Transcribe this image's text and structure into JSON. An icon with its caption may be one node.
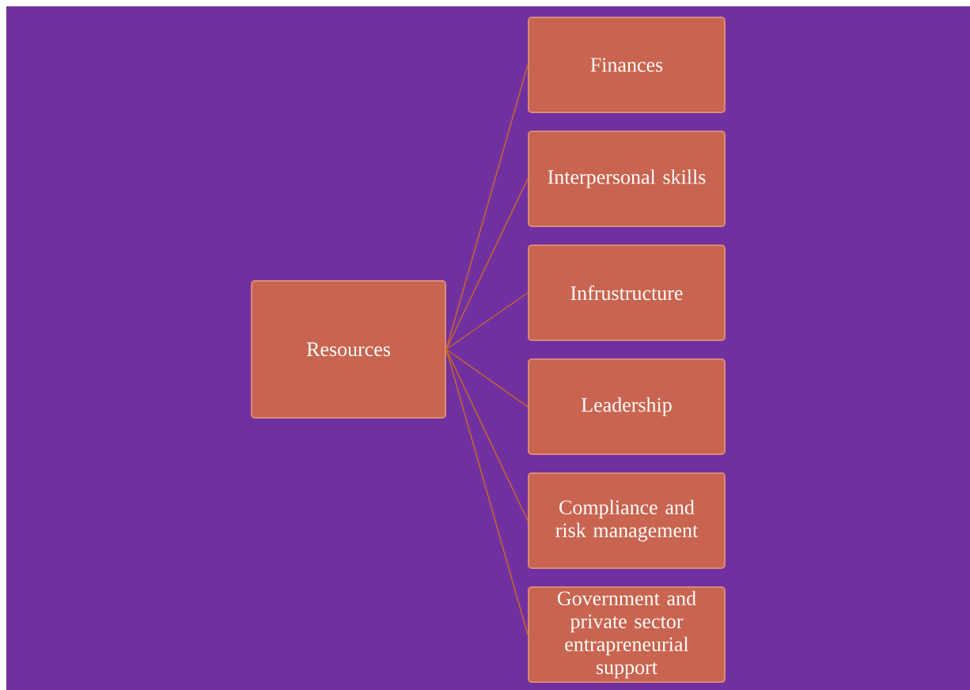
{
  "diagram": {
    "nodes": [
      {
        "text": [
          "Resources"
        ]
      },
      {
        "text": [
          "Finances"
        ]
      },
      {
        "text": [
          "Interpersonal skills"
        ]
      },
      {
        "text": [
          "Infrustructure"
        ]
      },
      {
        "text": [
          "Leadership"
        ]
      },
      {
        "text": [
          "Compliance and risk management"
        ]
      },
      {
        "text": [
          "Government and private sector entrapreneurial support"
        ]
      }
    ],
    "edges": [
      {
        "from": 0,
        "to": 1,
        "arrow": "none"
      },
      {
        "from": 0,
        "to": 2,
        "arrow": "none"
      },
      {
        "from": 0,
        "to": 3,
        "arrow": "none"
      },
      {
        "from": 0,
        "to": 4,
        "arrow": "none"
      },
      {
        "from": 0,
        "to": 5,
        "arrow": "none"
      },
      {
        "from": 0,
        "to": 6,
        "arrow": "none"
      }
    ]
  }
}
